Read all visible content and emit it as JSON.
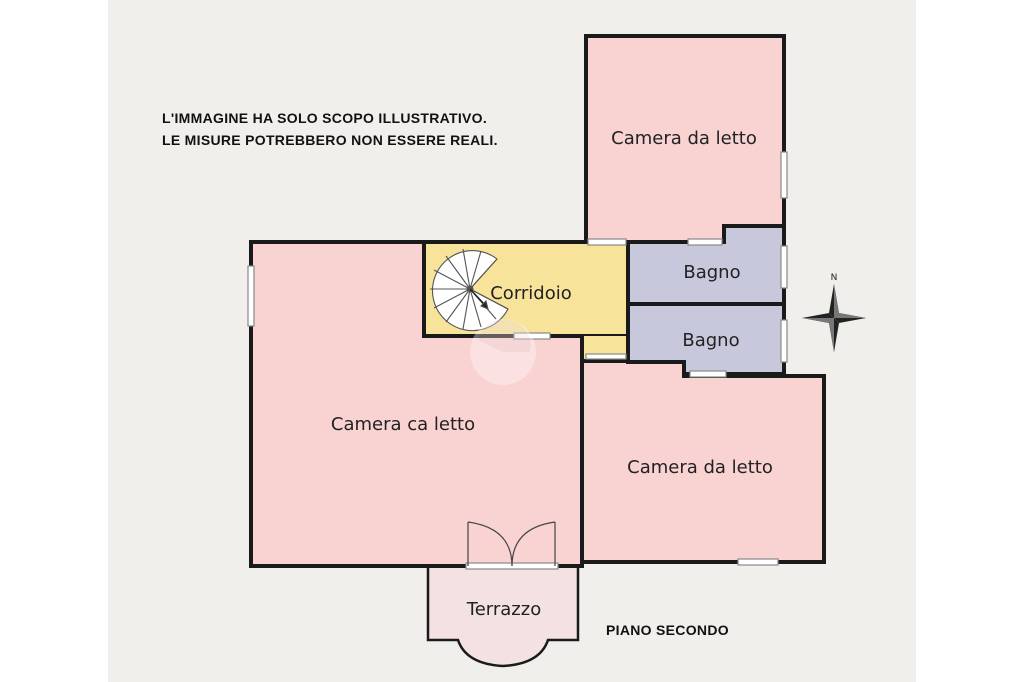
{
  "disclaimer": {
    "line1": "L'IMMAGINE HA SOLO SCOPO ILLUSTRATIVO.",
    "line2": "LE MISURE POTREBBERO NON ESSERE REALI."
  },
  "floor_label": "PIANO SECONDO",
  "compass": {
    "north_label": "N"
  },
  "rooms": {
    "bedroom_top_right": "Camera da letto",
    "bathroom_upper": "Bagno",
    "bathroom_lower": "Bagno",
    "corridor": "Corridoio",
    "bedroom_large": "Camera ca letto",
    "bedroom_lower_right": "Camera da letto",
    "terrace": "Terrazzo"
  },
  "colors": {
    "background": "#f0efec",
    "bedroom": "#f9d2d2",
    "bathroom": "#c8c8dc",
    "corridor": "#f7e49a",
    "terrace": "#f4e1e1",
    "wall": "#1a1a1a"
  }
}
